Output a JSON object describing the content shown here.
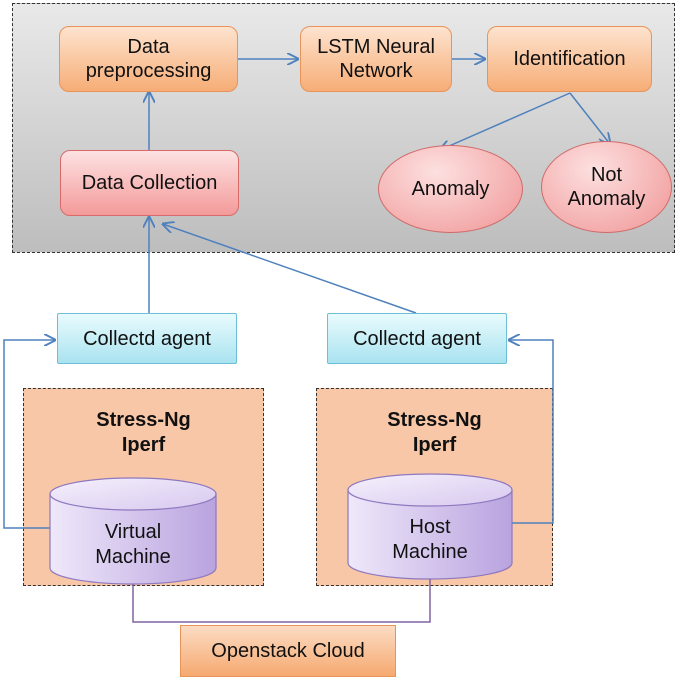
{
  "nodes": {
    "data_preprocessing": "Data\npreprocessing",
    "lstm": "LSTM Neural\nNetwork",
    "identification": "Identification",
    "data_collection": "Data Collection",
    "anomaly": "Anomaly",
    "not_anomaly": "Not\nAnomaly",
    "collectd_left": "Collectd agent",
    "collectd_right": "Collectd agent",
    "stress_left": "Stress-Ng\nIperf",
    "stress_right": "Stress-Ng\nIperf",
    "virtual_machine": "Virtual\nMachine",
    "host_machine": "Host\nMachine",
    "openstack": "Openstack Cloud"
  },
  "colors": {
    "arrow": "#4f81bd",
    "connector": "#8064a2",
    "cylinder_top": "#e6dcf5",
    "cylinder_body": "#c9b7e6"
  }
}
